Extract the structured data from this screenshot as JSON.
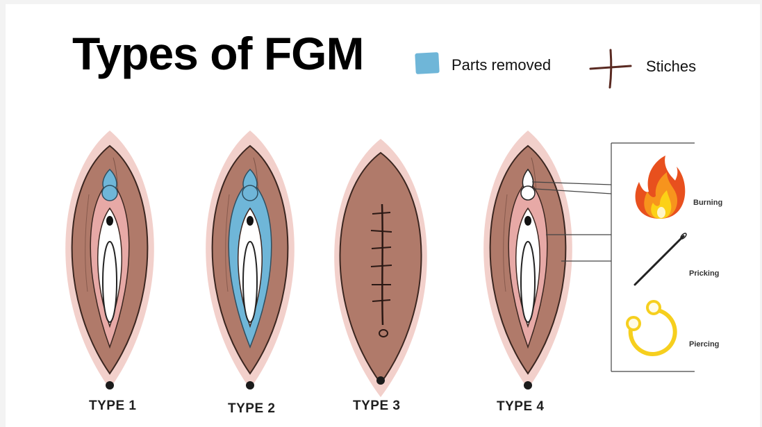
{
  "title": "Types of FGM",
  "legend": [
    {
      "label": "Parts removed",
      "icon": "blue-swatch-icon",
      "color": "#6fb6d8"
    },
    {
      "label": "Stiches",
      "icon": "stitch-cross-icon",
      "color": "#5a2a22"
    }
  ],
  "types": [
    {
      "label": "TYPE 1"
    },
    {
      "label": "TYPE 2"
    },
    {
      "label": "TYPE 3"
    },
    {
      "label": "TYPE 4"
    }
  ],
  "type4_methods": [
    {
      "label": "Burning",
      "icon": "fire-icon"
    },
    {
      "label": "Pricking",
      "icon": "needle-icon"
    },
    {
      "label": "Piercing",
      "icon": "ring-piercing-icon"
    }
  ],
  "colors": {
    "skin": "#b07a6a",
    "halo": "#f2d0cb",
    "inner_pink": "#e7a9a6",
    "removed_blue": "#6fb6d8",
    "stitch": "#3b2620"
  }
}
